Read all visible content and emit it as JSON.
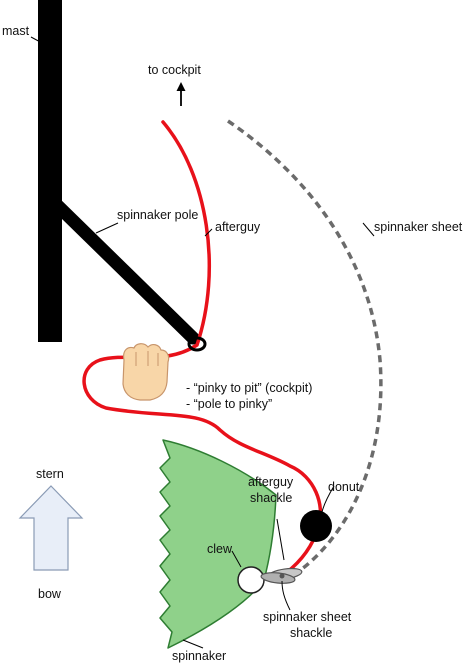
{
  "labels": {
    "mast": "mast",
    "to_cockpit": "to cockpit",
    "spinnaker_pole": "spinnaker pole",
    "afterguy": "afterguy",
    "spinnaker_sheet": "spinnaker sheet",
    "pinky_to_pit": "- “pinky to pit” (cockpit)",
    "pole_to_pinky": "- “pole to pinky”",
    "stern": "stern",
    "bow": "bow",
    "afterguy_shackle_line1": "afterguy",
    "afterguy_shackle_line2": "shackle",
    "donut": "donut",
    "clew": "clew",
    "spinnaker_sheet_shackle_line1": "spinnaker sheet",
    "spinnaker_sheet_shackle_line2": "shackle",
    "spinnaker": "spinnaker"
  },
  "colors": {
    "mast": "#000000",
    "afterguy_line": "#e8111a",
    "sheet_line": "#6b6b6b",
    "sail_fill": "#8fd18a",
    "sail_stroke": "#2e7d32",
    "arrow_fill": "#e8eef8",
    "arrow_stroke": "#8a9bb5",
    "hand_fill": "#f8d6a8"
  },
  "icons": {
    "hand": "fist-hand-icon",
    "direction": "stern-bow-arrow-icon",
    "cockpit_arrow": "arrow-up-icon"
  }
}
